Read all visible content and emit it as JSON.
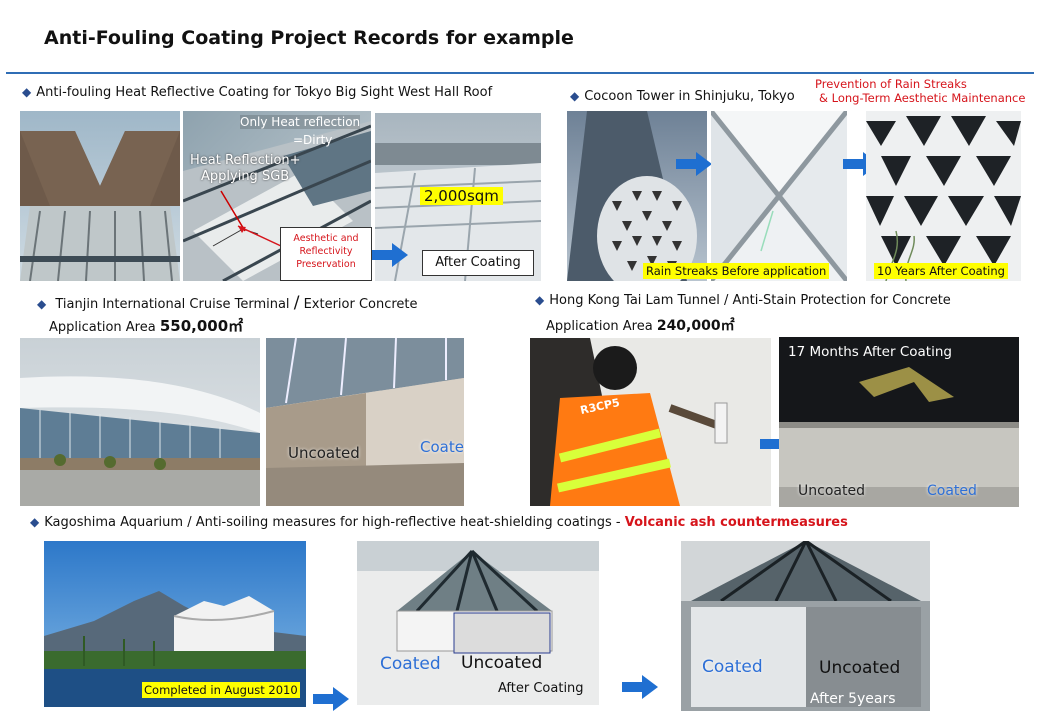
{
  "title": "Anti-Fouling Coating Project Records for example",
  "colors": {
    "rule": "#2f6db5",
    "accent_red": "#d6141b",
    "arrow": "#1f6fd1",
    "highlight": "#ffff00"
  },
  "sec1": {
    "heading": "Anti-fouling Heat Reflective Coating for Tokyo Big Sight West Hall Roof",
    "callout_dirty_1": "Only Heat reflection",
    "callout_dirty_2": "=Dirty",
    "callout_sgb_1": "Heat Reflection+",
    "callout_sgb_2": "Applying SGB",
    "callout_pres_1": "Aesthetic and",
    "callout_pres_2": "Reflectivity",
    "callout_pres_3": "Preservation",
    "area": "2,000sqm",
    "after": "After Coating"
  },
  "sec2": {
    "heading": "Cocoon Tower in Shinjuku, Tokyo",
    "note_1": "Prevention of Rain Streaks",
    "note_2": "& Long-Term Aesthetic Maintenance",
    "label_before": "Rain Streaks Before application",
    "label_after": "10 Years After Coating"
  },
  "sec3": {
    "heading_a": "Tianjin International Cruise Terminal",
    "heading_sep": "/",
    "heading_b": "Exterior Concrete",
    "area_label": "Application Area",
    "area_value": "550,000㎡",
    "uncoated": "Uncoated",
    "coated": "Coated"
  },
  "sec4": {
    "heading": "Hong Kong Tai Lam Tunnel / Anti-Stain Protection for Concrete",
    "area_label": "Application Area",
    "area_value": "240,000㎡",
    "vest_text": "R3CP5",
    "months": "17 Months After Coating",
    "uncoated": "Uncoated",
    "coated": "Coated"
  },
  "sec5": {
    "heading": "Kagoshima Aquarium / Anti-soiling measures for high-reflective heat-shielding coatings - ",
    "heading_red": "Volcanic ash countermeasures",
    "completed": "Completed in August 2010",
    "coated": "Coated",
    "uncoated": "Uncoated",
    "after_coating": "After Coating",
    "after_5": "After 5years"
  }
}
